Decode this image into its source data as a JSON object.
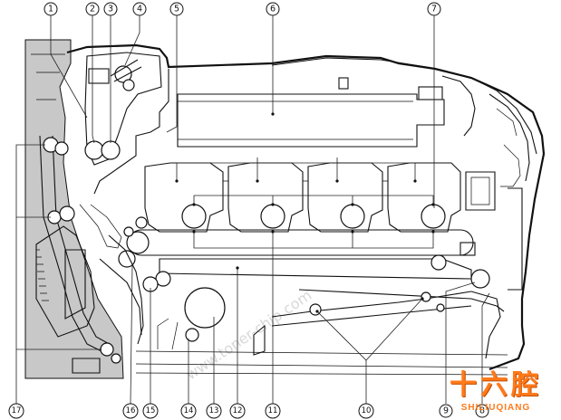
{
  "callouts": [
    {
      "id": "c1",
      "text": "1"
    },
    {
      "id": "c2",
      "text": "2"
    },
    {
      "id": "c3",
      "text": "3"
    },
    {
      "id": "c4",
      "text": "4"
    },
    {
      "id": "c5",
      "text": "5"
    },
    {
      "id": "c6",
      "text": "6"
    },
    {
      "id": "c7",
      "text": "7"
    },
    {
      "id": "c8",
      "text": "8"
    },
    {
      "id": "c9",
      "text": "9"
    },
    {
      "id": "c10",
      "text": "10"
    },
    {
      "id": "c11",
      "text": "11"
    },
    {
      "id": "c12",
      "text": "12"
    },
    {
      "id": "c13",
      "text": "13"
    },
    {
      "id": "c14",
      "text": "14"
    },
    {
      "id": "c15",
      "text": "15"
    },
    {
      "id": "c16",
      "text": "16"
    },
    {
      "id": "c17",
      "text": "17"
    }
  ],
  "watermark": {
    "brand_cn": "十六腔",
    "brand_en": "SHILIUQIANG",
    "url": "www.toner-chip.com"
  },
  "colors": {
    "line": "#111111",
    "shaded_panel": "#c8c8c8",
    "brand_orange": "#ff7a1a"
  }
}
